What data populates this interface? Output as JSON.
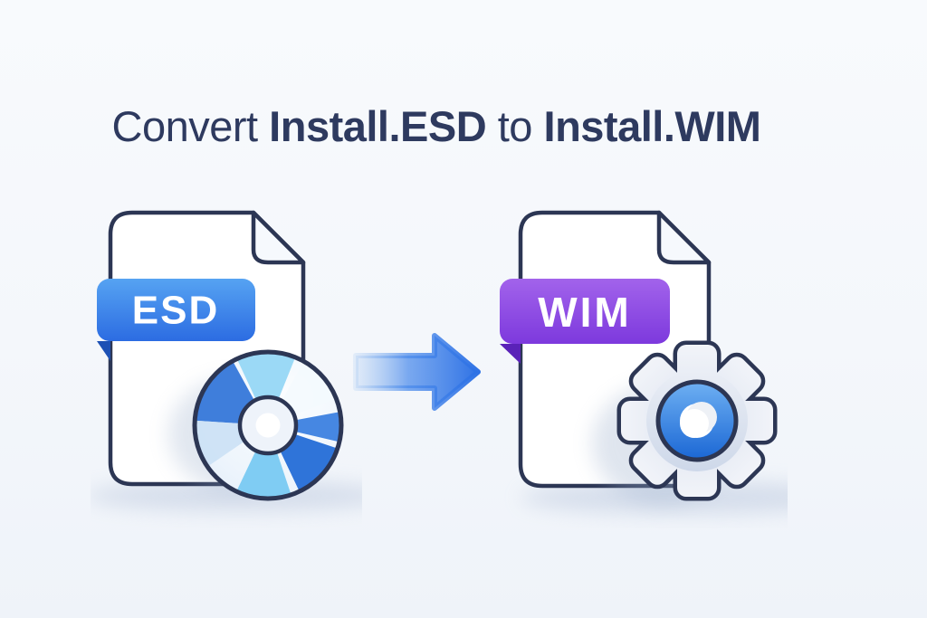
{
  "title": {
    "part1": "Convert",
    "part2": "Install.ESD",
    "part3": "to",
    "part4": "Install.WIM"
  },
  "source_file": {
    "badge_label": "ESD",
    "icon": "disc-icon"
  },
  "target_file": {
    "badge_label": "WIM",
    "icon": "gear-icon"
  },
  "arrow": {
    "icon": "arrow-right-icon",
    "direction": "right"
  },
  "colors": {
    "title_text": "#2e3a5f",
    "outline_navy": "#2c3654",
    "esd_badge_top": "#56a3f2",
    "esd_badge_bottom": "#2c6ce2",
    "esd_fold": "#1d51b5",
    "wim_badge_top": "#a263eb",
    "wim_badge_bottom": "#7d39dd",
    "wim_fold": "#5a22b8",
    "arrow_blue": "#2b6fe4",
    "disc_blue": "#3f7edb",
    "disc_cyan": "#8ed2f4",
    "gear_gray": "#ccd7e8",
    "hub_blue": "#1a66d4",
    "badge_text": "#ffffff"
  }
}
